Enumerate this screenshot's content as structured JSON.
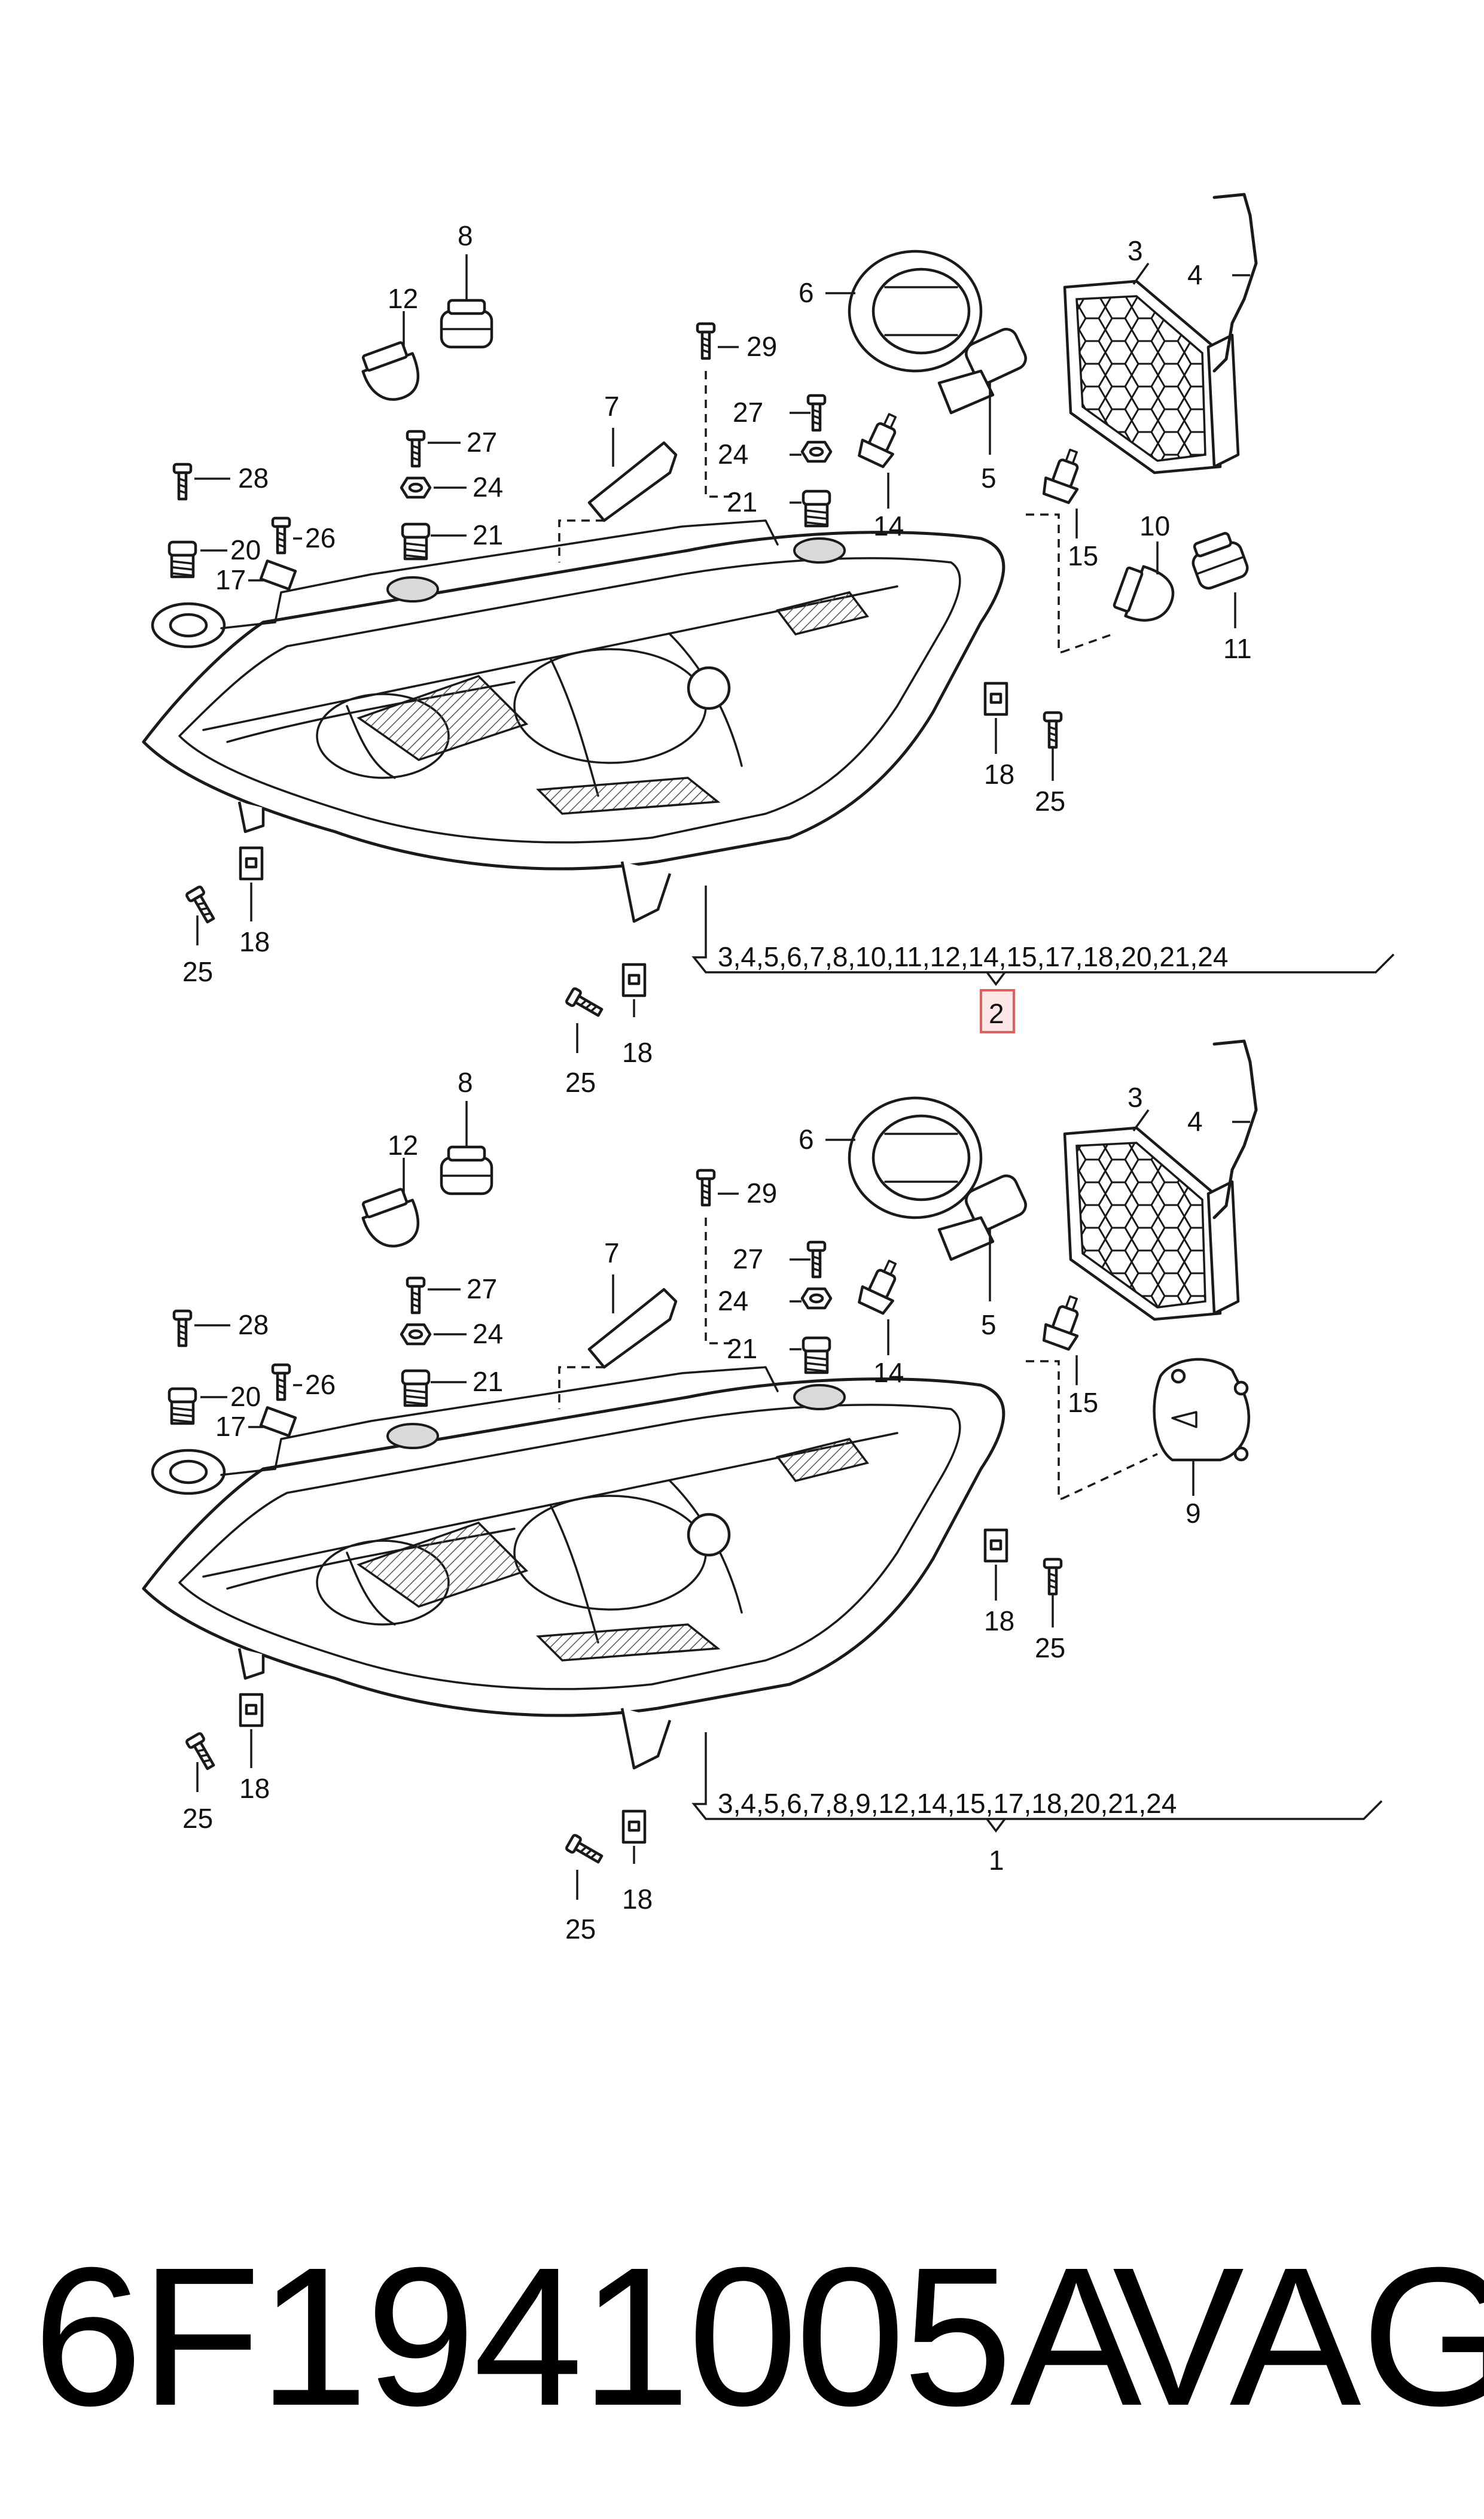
{
  "diagram_top": {
    "labels": {
      "p3": "3",
      "p4": "4",
      "p5": "5",
      "p6": "6",
      "p7": "7",
      "p8": "8",
      "p10": "10",
      "p11": "11",
      "p12": "12",
      "p14": "14",
      "p15": "15",
      "p17": "17",
      "p18a": "18",
      "p18b": "18",
      "p18c": "18",
      "p20": "20",
      "p21a": "21",
      "p21b": "21",
      "p24a": "24",
      "p24b": "24",
      "p25a": "25",
      "p25b": "25",
      "p25c": "25",
      "p26": "26",
      "p27": "27",
      "p28": "28",
      "p29": "29"
    },
    "range_text": "3,4,5,6,7,8,10,11,12,14,15,17,18,20,21,24",
    "assembly_number": "2"
  },
  "diagram_bottom": {
    "labels": {
      "p3": "3",
      "p4": "4",
      "p5": "5",
      "p6": "6",
      "p7": "7",
      "p8": "8",
      "p9": "9",
      "p12": "12",
      "p14": "14",
      "p15": "15",
      "p17": "17",
      "p18a": "18",
      "p18b": "18",
      "p18c": "18",
      "p20": "20",
      "p21a": "21",
      "p21b": "21",
      "p24a": "24",
      "p24b": "24",
      "p25a": "25",
      "p25b": "25",
      "p25c": "25",
      "p26": "26",
      "p27": "27",
      "p28": "28",
      "p29": "29"
    },
    "range_text": "3,4,5,6,7,8,9,12,14,15,17,18,20,21,24",
    "assembly_number": "1"
  },
  "footer": {
    "part_number": "6F1941005A",
    "brand": "VAG"
  },
  "colors": {
    "line": "#1a1a1a",
    "highlight_box_fill": "#fde6e6",
    "highlight_box_stroke": "#e06060"
  }
}
